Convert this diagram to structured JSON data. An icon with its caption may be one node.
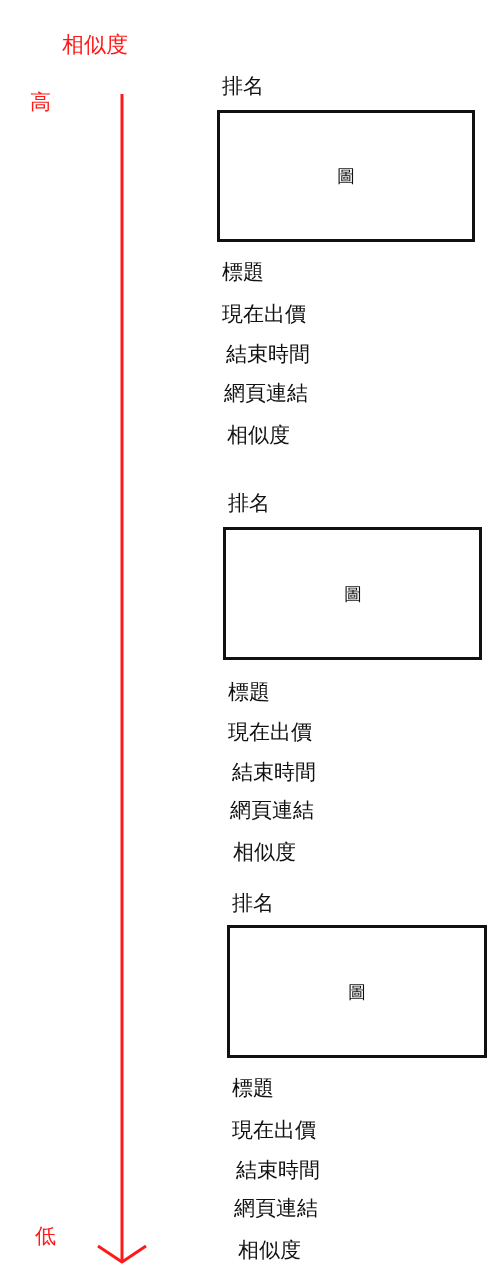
{
  "diagram": {
    "nodes": [
      {
        "text": [
          "排名",
          "圖"
        ],
        "beside": [
          "標題",
          "現在出價",
          "結束時間",
          "網頁連結",
          "相似度"
        ]
      },
      {
        "text": [
          "排名",
          "圖"
        ],
        "beside": [
          "標題",
          "現在出價",
          "結束時間",
          "網頁連結",
          "相似度"
        ]
      },
      {
        "text": [
          "排名",
          "圖"
        ],
        "beside": [
          "標題",
          "現在出價",
          "結束時間",
          "網頁連結",
          "相似度"
        ]
      }
    ],
    "labels": [
      "相似度",
      "高",
      "低"
    ]
  }
}
